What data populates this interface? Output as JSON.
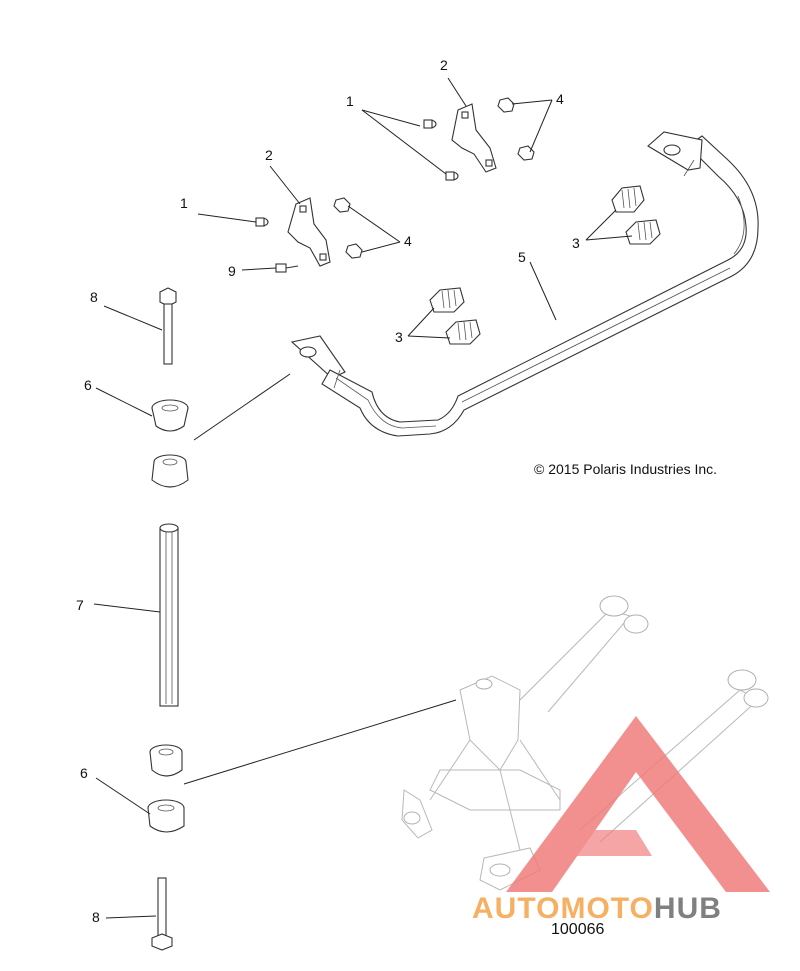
{
  "copyright": "© 2015 Polaris Industries Inc.",
  "drawing_number": "100066",
  "watermark": {
    "text_part1": "AUTOMOTO",
    "text_part2": "HUB",
    "color_primary": "#f07c7c",
    "color_orange": "#f5a34a",
    "color_dark": "#6b6b6b"
  },
  "callouts": {
    "c1a": "1",
    "c1b": "1",
    "c2a": "2",
    "c2b": "2",
    "c3a": "3",
    "c3b": "3",
    "c4a": "4",
    "c4b": "4",
    "c5": "5",
    "c6a": "6",
    "c6b": "6",
    "c7": "7",
    "c8a": "8",
    "c8b": "8",
    "c9": "9"
  }
}
